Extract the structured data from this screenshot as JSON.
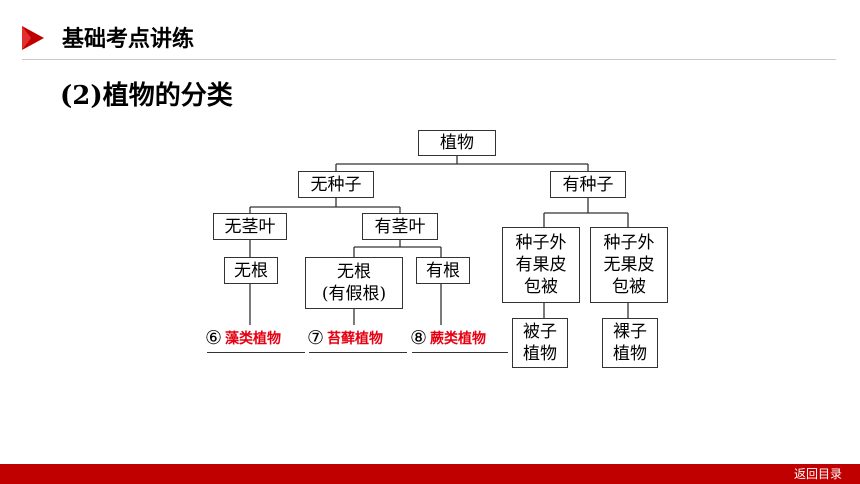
{
  "header": {
    "title": "基础考点讲练"
  },
  "section": {
    "title": "(2)植物的分类"
  },
  "tree": {
    "root": "植物",
    "no_seed": "无种子",
    "has_seed": "有种子",
    "no_stem_leaf": "无茎叶",
    "has_stem_leaf": "有茎叶",
    "no_root": "无根",
    "false_root": "无根\n(有假根)",
    "has_root": "有根",
    "seed_covered": "种子外\n有果皮\n包被",
    "seed_naked": "种子外\n无果皮\n包被",
    "angiosperm": "被子\n植物",
    "gymnosperm": "裸子\n植物"
  },
  "answers": [
    {
      "num": "⑥",
      "text": "藻类植物"
    },
    {
      "num": "⑦",
      "text": "苔藓植物"
    },
    {
      "num": "⑧",
      "text": "蕨类植物"
    }
  ],
  "footer": {
    "link": "返回目录"
  },
  "colors": {
    "accent": "#c00000",
    "answer": "#e60012"
  }
}
